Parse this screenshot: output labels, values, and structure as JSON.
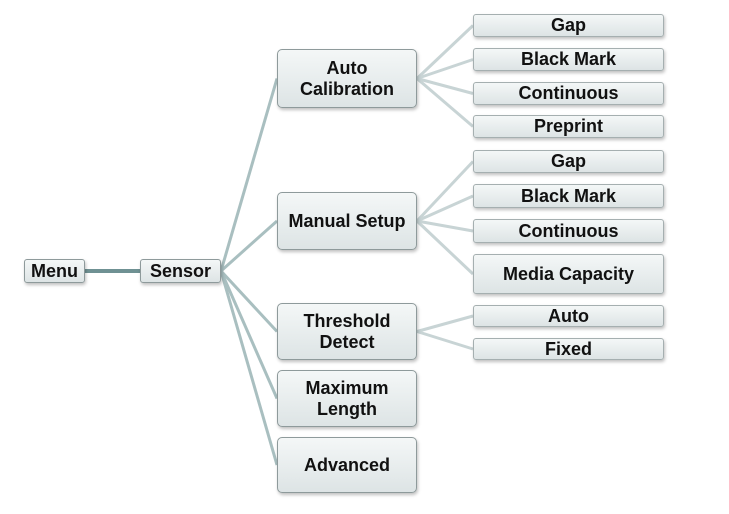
{
  "root": {
    "label": "Menu"
  },
  "sensor": {
    "label": "Sensor"
  },
  "level2": [
    {
      "label": "Auto\nCalibration",
      "children": [
        "Gap",
        "Black Mark",
        "Continuous",
        "Preprint"
      ]
    },
    {
      "label": "Manual Setup",
      "children": [
        "Gap",
        "Black Mark",
        "Continuous",
        "Media Capacity"
      ]
    },
    {
      "label": "Threshold\nDetect",
      "children": [
        "Auto",
        "Fixed"
      ]
    },
    {
      "label": "Maximum\nLength",
      "children": []
    },
    {
      "label": "Advanced",
      "children": []
    }
  ],
  "colors": {
    "root_link": "#6f9193",
    "branch_link": "#a9bfc0",
    "leaf_link": "#c8d4d5",
    "node_fill": "#e6ecec"
  }
}
